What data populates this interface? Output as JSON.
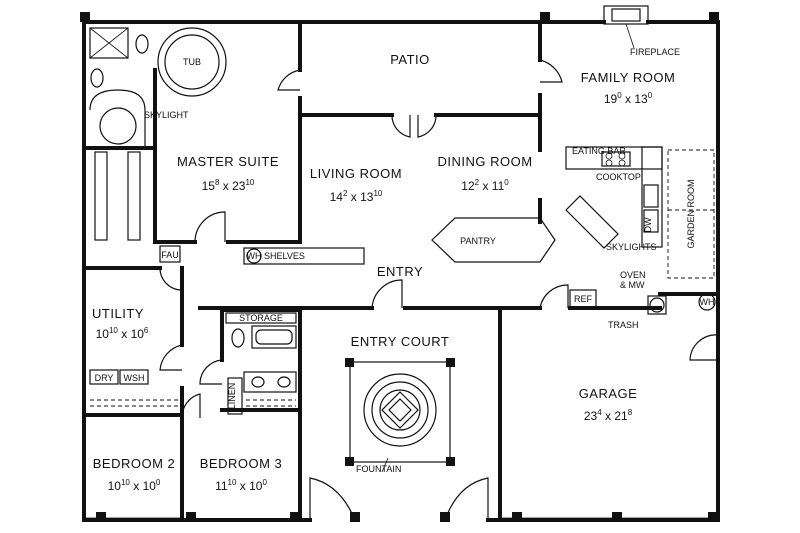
{
  "rooms": {
    "patio": "PATIO",
    "family_room": {
      "name": "FAMILY ROOM",
      "dim_a": "19",
      "dim_a_sup": "0",
      "dim_b": "13",
      "dim_b_sup": "0"
    },
    "master_suite": {
      "name": "MASTER SUITE",
      "dim_a": "15",
      "dim_a_sup": "8",
      "dim_b": "23",
      "dim_b_sup": "10"
    },
    "living_room": {
      "name": "LIVING ROOM",
      "dim_a": "14",
      "dim_a_sup": "2",
      "dim_b": "13",
      "dim_b_sup": "10"
    },
    "dining_room": {
      "name": "DINING ROOM",
      "dim_a": "12",
      "dim_a_sup": "2",
      "dim_b": "11",
      "dim_b_sup": "0"
    },
    "utility": {
      "name": "UTILITY",
      "dim_a": "10",
      "dim_a_sup": "10",
      "dim_b": "10",
      "dim_b_sup": "6"
    },
    "entry": "ENTRY",
    "entry_court": "ENTRY COURT",
    "garage": {
      "name": "GARAGE",
      "dim_a": "23",
      "dim_a_sup": "4",
      "dim_b": "21",
      "dim_b_sup": "8"
    },
    "bedroom2": {
      "name": "BEDROOM 2",
      "dim_a": "10",
      "dim_a_sup": "10",
      "dim_b": "10",
      "dim_b_sup": "0"
    },
    "bedroom3": {
      "name": "BEDROOM 3",
      "dim_a": "11",
      "dim_a_sup": "10",
      "dim_b": "10",
      "dim_b_sup": "0"
    },
    "garden_room": "GARDEN ROOM"
  },
  "separator": " x ",
  "labels": {
    "tub": "TUB",
    "skylight": "SKYLIGHT",
    "skylights": "SKYLIGHTS",
    "fireplace": "FIREPLACE",
    "eating_bar": "EATING BAR",
    "cooktop": "COOKTOP",
    "dw": "DW",
    "pantry": "PANTRY",
    "fau": "FAU",
    "wh_shelves": "WH",
    "shelves": "SHELVES",
    "wh_garage": "WH",
    "oven_mw_1": "OVEN",
    "oven_mw_2": "& MW",
    "ref": "REF",
    "trash": "TRASH",
    "storage": "STORAGE",
    "linen": "LINEN",
    "dry": "DRY",
    "wsh": "WSH",
    "fountain": "FOUNTAIN"
  }
}
